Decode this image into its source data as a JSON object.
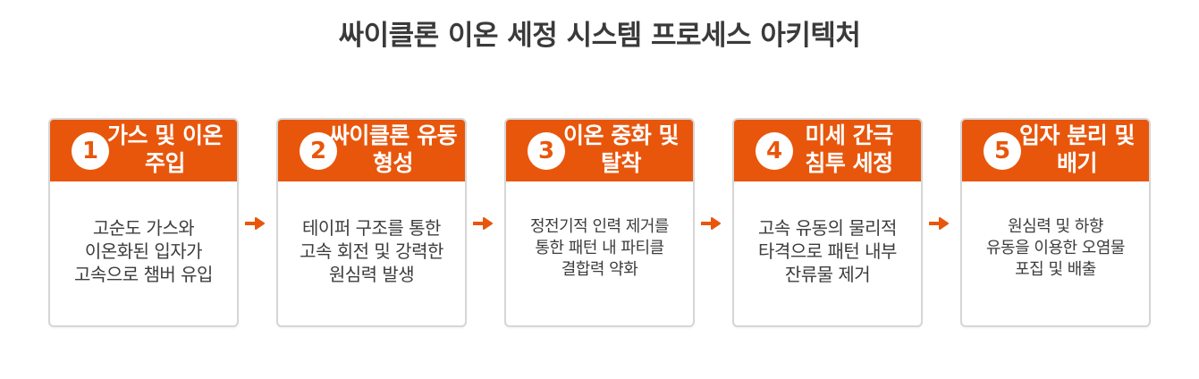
{
  "title": "싸이클론 이온 세정 시스템 프로세스 아키텍처",
  "colors": {
    "accent": "#e8560c",
    "title_text": "#3a3a3a",
    "body_text": "#3d3d3d",
    "card_border": "#d6d6d6"
  },
  "steps": [
    {
      "number": "1",
      "title_lines": [
        "가스 및 이온",
        "주입"
      ],
      "desc_lines": [
        "고순도 가스와",
        "이온화된 입자가",
        "고속으로 챔버 유입"
      ]
    },
    {
      "number": "2",
      "title_lines": [
        "싸이클론 유동",
        "형성"
      ],
      "desc_lines": [
        "테이퍼 구조를 통한",
        "고속 회전 및 강력한",
        "원심력 발생"
      ]
    },
    {
      "number": "3",
      "title_lines": [
        "이온 중화 및",
        "탈착"
      ],
      "desc_lines": [
        "정전기적 인력 제거를",
        "통한 패턴 내 파티클",
        "결합력 약화"
      ]
    },
    {
      "number": "4",
      "title_lines": [
        "미세 간극",
        "침투 세정"
      ],
      "desc_lines": [
        "고속 유동의 물리적",
        "타격으로 패턴 내부",
        "잔류물 제거"
      ]
    },
    {
      "number": "5",
      "title_lines": [
        "입자 분리 및",
        "배기"
      ],
      "desc_lines": [
        "원심력 및 하향",
        "유동을 이용한 오염물",
        "포집 및 배출"
      ]
    }
  ],
  "connector_icon": "arrow-right-icon"
}
